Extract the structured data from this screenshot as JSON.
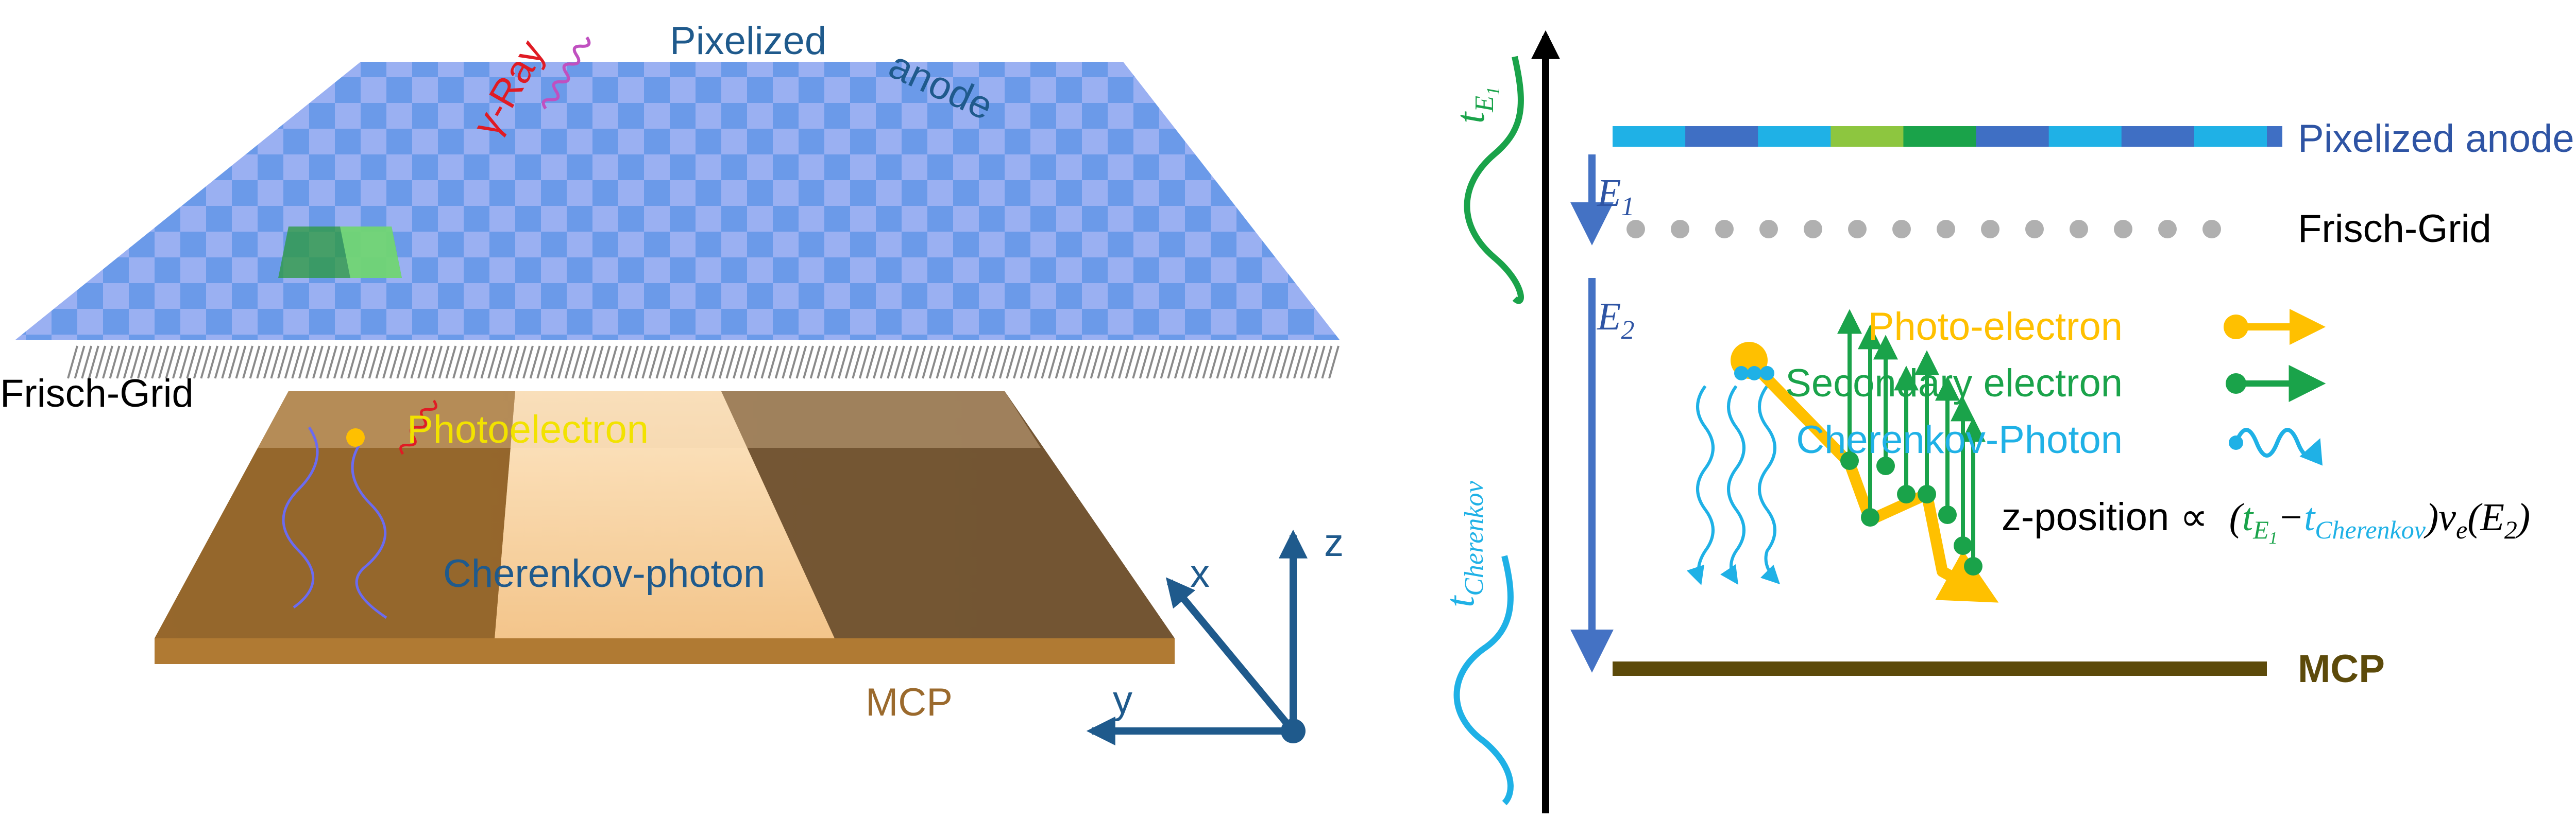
{
  "left_panel": {
    "labels": {
      "pixelized": "Pixelized",
      "anode": "anode",
      "gamma_ray": "γ-Ray",
      "frisch_grid": "Frisch-Grid",
      "photoelectron": "Photoelectron",
      "cherenkov_photon": "Cherenkov-photon",
      "mcp": "MCP",
      "axis_x": "x",
      "axis_y": "y",
      "axis_z": "z"
    }
  },
  "right_panel": {
    "labels": {
      "pixelized_anode": "Pixelized anode",
      "frisch_grid": "Frisch-Grid",
      "mcp": "MCP",
      "e1": "E",
      "e1_sub": "1",
      "e2": "E",
      "e2_sub": "2",
      "t_e1": "t",
      "t_e1_sub": "E",
      "t_e1_subsub": "1",
      "t_cherenkov": "t",
      "t_cherenkov_sub": "Cherenkov"
    },
    "legend": {
      "photo_electron": "Photo-electron",
      "secondary_electron": "Secondary electron",
      "cherenkov_photon": "Cherenkov-Photon"
    },
    "formula": {
      "prefix": "z-position ∝",
      "paren_open": "(",
      "t1": "t",
      "t1_sub": "E",
      "t1_subsub": "1",
      "minus": "−",
      "t2": "t",
      "t2_sub": "Cherenkov",
      "paren_close": ")",
      "v": "v",
      "v_sub": "e",
      "arg": "(E",
      "arg_sub": "2",
      "arg_close": ")"
    },
    "anode_segments": [
      "#1fb1e6",
      "#3f6fc4",
      "#1fb1e6",
      "#8dc63f",
      "#1aa34a",
      "#3f6fc4",
      "#1fb1e6",
      "#3f6fc4",
      "#1fb1e6"
    ]
  },
  "colors": {
    "gamma": "#e01b24",
    "photo": "#ffc000",
    "secondary": "#1aa34a",
    "cherenkov": "#1fb1e6",
    "blue_text": "#1f5a8c",
    "anode_text": "#2e54a4",
    "mcp_brown": "#5c4a0a",
    "mcp_left": "#9b6a2d"
  }
}
